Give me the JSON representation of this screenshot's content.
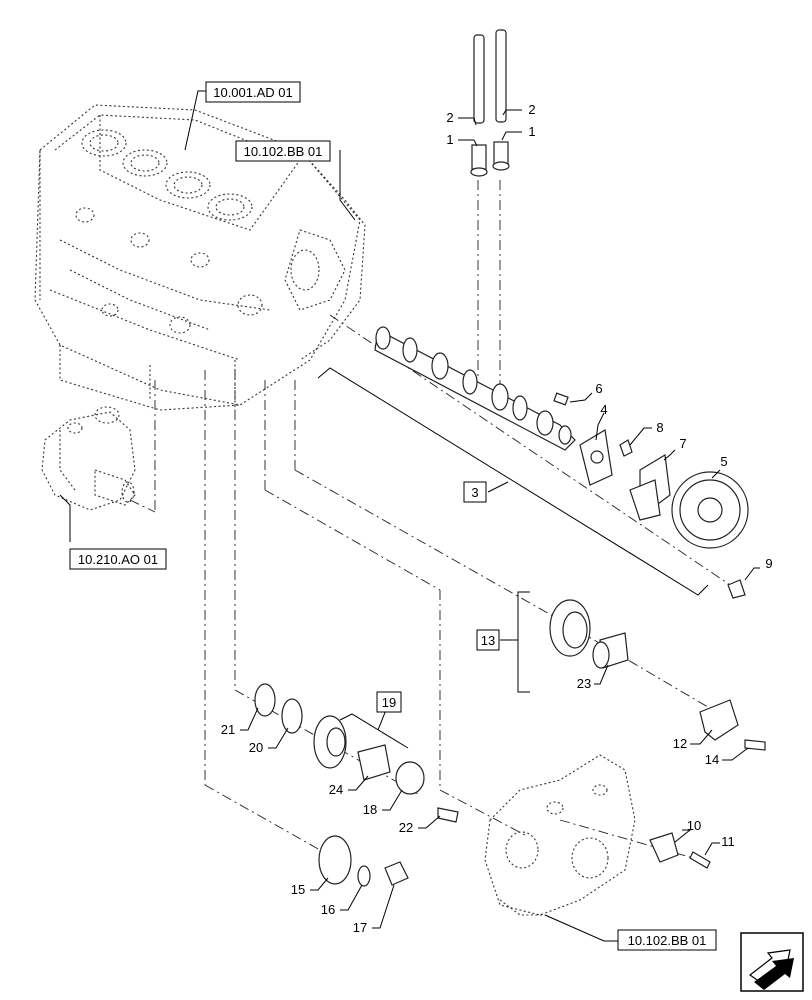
{
  "reference_boxes": {
    "block": "10.001.AD 01",
    "front_plate": "10.102.BB 01",
    "pump": "10.210.AO 01",
    "gear_cover": "10.102.BB 01"
  },
  "group_boxes": {
    "camshaft": "3",
    "idler": "13",
    "pump_gear": "19"
  },
  "callouts": {
    "c1a": "1",
    "c1b": "1",
    "c2a": "2",
    "c2b": "2",
    "c4": "4",
    "c5": "5",
    "c6": "6",
    "c7": "7",
    "c8": "8",
    "c9": "9",
    "c10": "10",
    "c11": "11",
    "c12": "12",
    "c14": "14",
    "c15": "15",
    "c16": "16",
    "c17": "17",
    "c18": "18",
    "c20": "20",
    "c21": "21",
    "c22": "22",
    "c23": "23",
    "c24": "24"
  },
  "icons": {
    "nav": "page-return-arrow-icon"
  }
}
